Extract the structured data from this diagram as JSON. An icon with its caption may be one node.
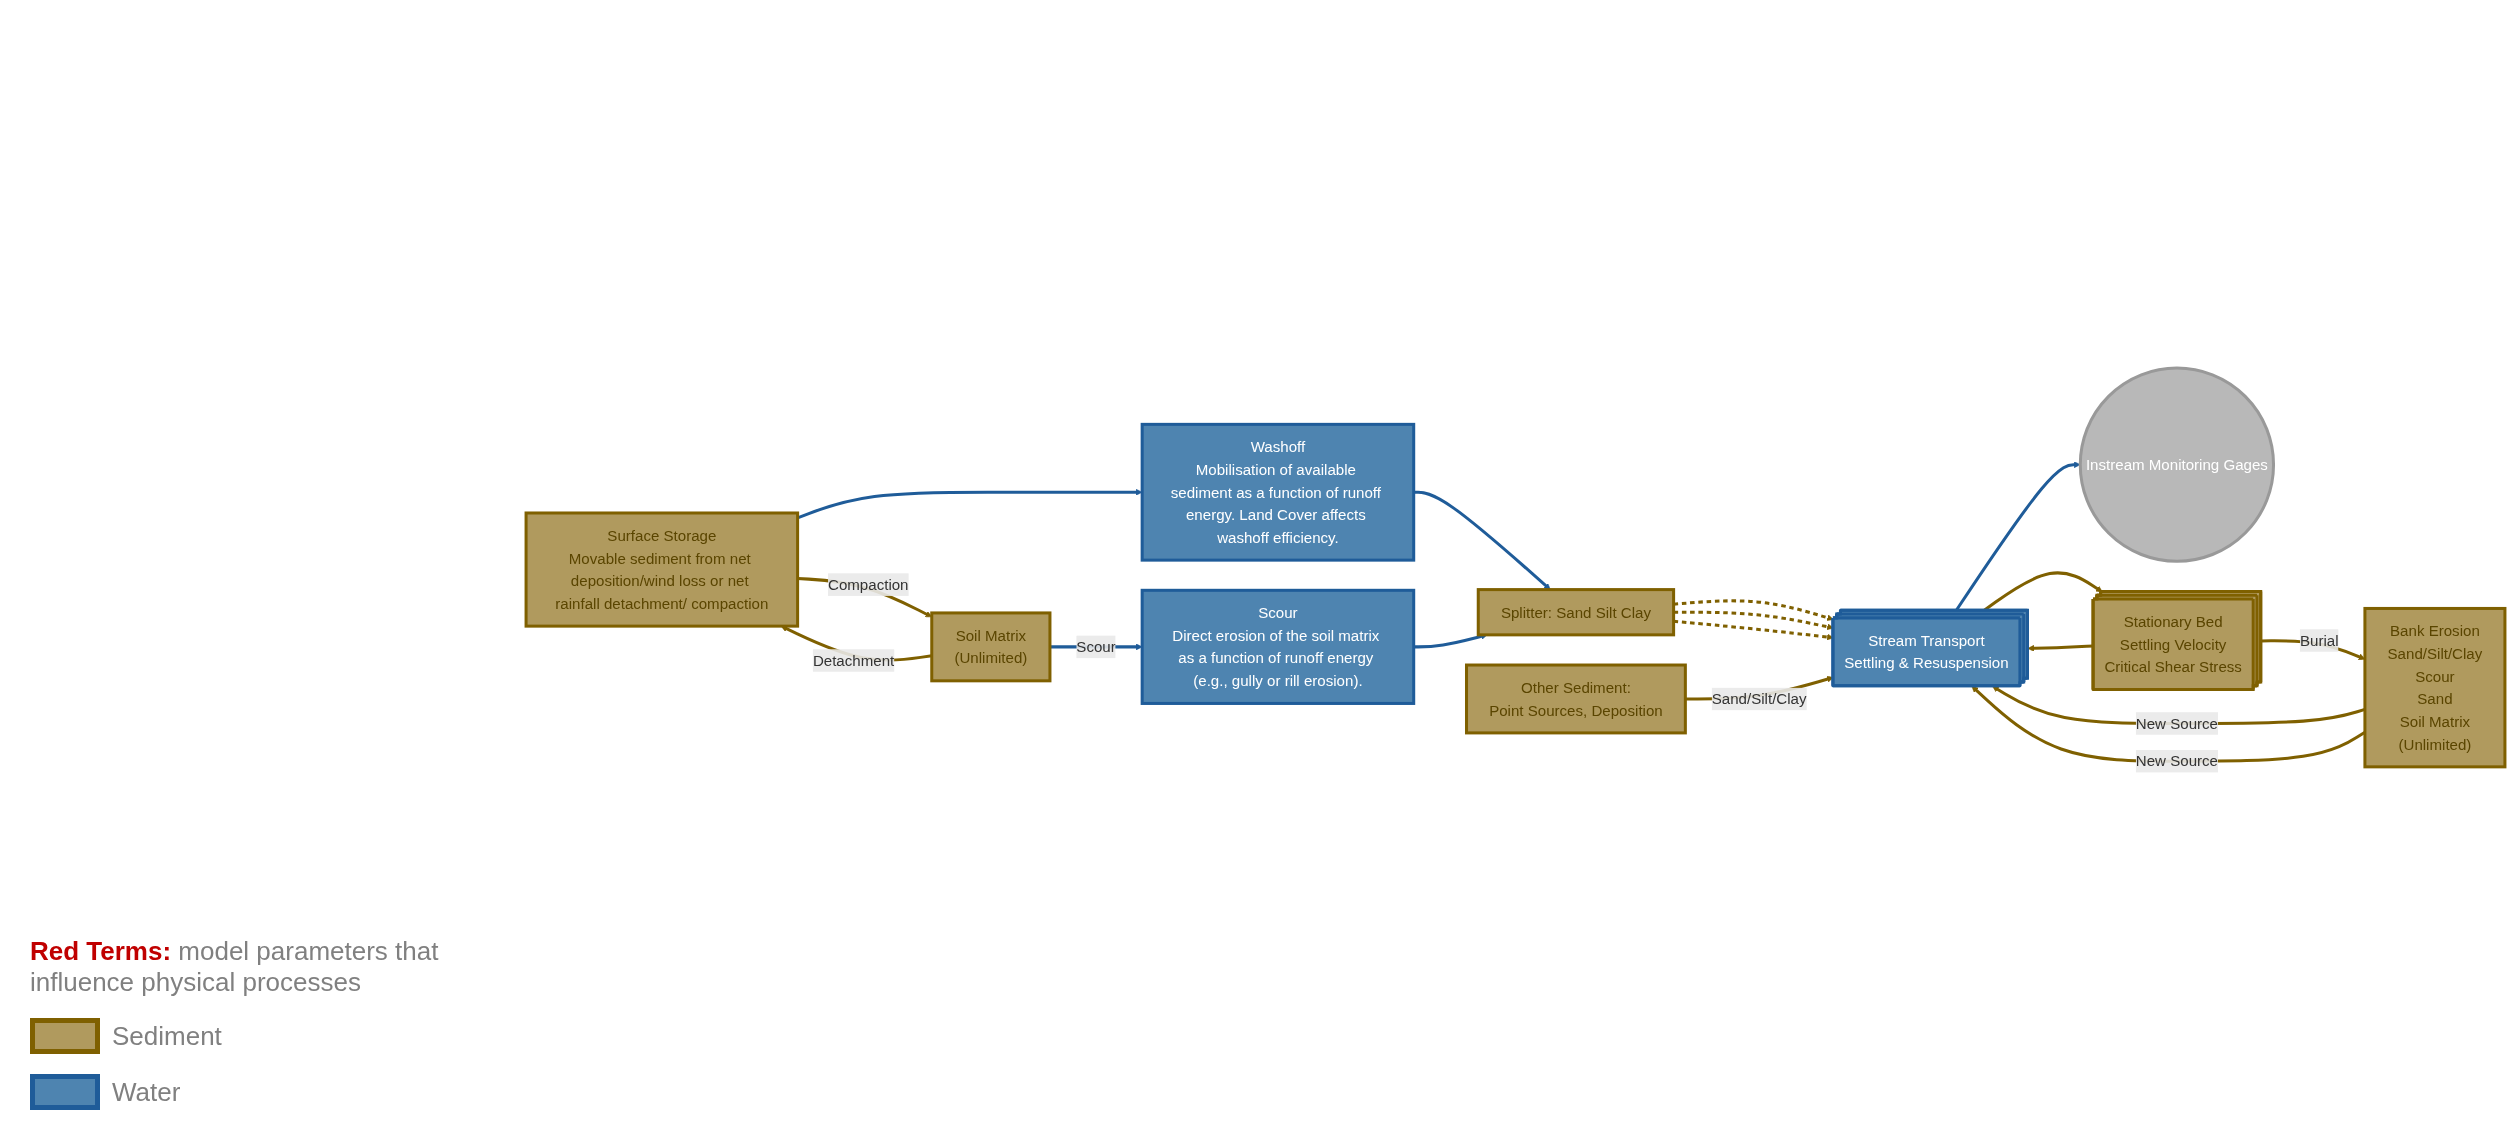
{
  "diagram": {
    "nodes": [
      {
        "text": [
          "Surface Storage",
          "Movable sediment from net deposition/wind loss or net rainfall detachment/ compaction"
        ]
      },
      {
        "text": [
          "Washoff",
          "Mobilisation of available sediment as a function of runoff energy. Land Cover affects washoff efficiency."
        ]
      },
      {
        "text": [
          "Soil Matrix",
          "(Unlimited)"
        ]
      },
      {
        "text": [
          "Scour",
          "Direct erosion of the soil matrix as a function of runoff energy (e.g., gully or rill erosion)."
        ]
      },
      {
        "text": [
          "Splitter: Sand Silt Clay"
        ]
      },
      {
        "text": [
          "Other Sediment:",
          "Point Sources, Deposition"
        ]
      },
      {
        "text": [
          "Stream Transport",
          "Settling & Resuspension"
        ]
      },
      {
        "text": [
          "Instream Monitoring Gages"
        ]
      },
      {
        "text": [
          "Stationary Bed",
          "Settling Velocity",
          "Critical Shear Stress"
        ]
      },
      {
        "text": [
          "Bank Erosion",
          "Sand/Silt/Clay",
          "Scour",
          "Sand",
          "Soil Matrix",
          "(Unlimited)"
        ]
      }
    ],
    "edges": [
      {
        "from": 0,
        "to": 2,
        "arrow": "to",
        "label": "Compaction"
      },
      {
        "from": 2,
        "to": 0,
        "arrow": "to",
        "label": "Detachment"
      },
      {
        "from": 0,
        "to": 1,
        "arrow": "to",
        "color": "#1f5c99"
      },
      {
        "from": 2,
        "to": 3,
        "arrow": "to",
        "label": "Scour",
        "color": "#1f5c99"
      },
      {
        "from": 1,
        "to": 4,
        "arrow": "to",
        "color": "#1f5c99"
      },
      {
        "from": 3,
        "to": 4,
        "arrow": "to",
        "color": "#1f5c99"
      },
      {
        "from": 4,
        "to": 6,
        "arrow": "to",
        "style": "dashed"
      },
      {
        "from": 4,
        "to": 6,
        "arrow": "to",
        "style": "dashed"
      },
      {
        "from": 4,
        "to": 6,
        "arrow": "to",
        "style": "dashed"
      },
      {
        "from": 5,
        "to": 6,
        "arrow": "to",
        "label": "Sand/Silt/Clay"
      },
      {
        "from": 6,
        "to": 7,
        "arrow": "to",
        "color": "#1f5c99"
      },
      {
        "from": 6,
        "to": 8,
        "arrow": "to"
      },
      {
        "from": 8,
        "to": 6,
        "arrow": "to"
      },
      {
        "from": 8,
        "to": 9,
        "arrow": "to",
        "label": "Burial"
      },
      {
        "from": 9,
        "to": 6,
        "arrow": "to",
        "label": "New Source"
      },
      {
        "from": 9,
        "to": 6,
        "arrow": "to",
        "label": "New Source"
      }
    ],
    "labels": [
      "**Red Terms:** model parameters that influence physical processes"
    ],
    "legend": [
      {
        "text": "Sediment",
        "color": "#b09a5e"
      },
      {
        "text": "Water",
        "color": "#4e84b0"
      }
    ]
  }
}
